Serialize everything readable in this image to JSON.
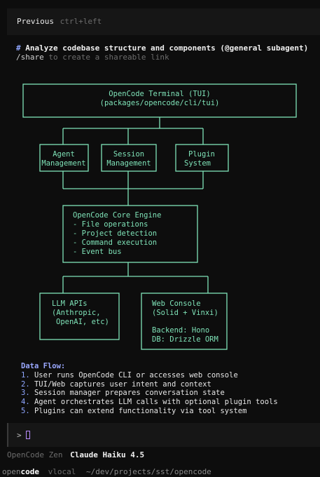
{
  "header": {
    "previous_label": "Previous",
    "previous_hint": "ctrl+left"
  },
  "message": {
    "hash": "#",
    "prompt": "Analyze codebase structure and components (@general subagent)",
    "share_cmd": "/share",
    "share_hint": "to create a shareable link"
  },
  "diagram": {
    "tui": [
      "OpenCode Terminal (TUI)",
      "(packages/opencode/cli/tui)"
    ],
    "agent": [
      "Agent",
      "Management"
    ],
    "session": [
      "Session",
      "Management"
    ],
    "plugin": [
      "Plugin",
      "System"
    ],
    "core": [
      "OpenCode Core Engine",
      "- File operations",
      "- Project detection",
      "- Command execution",
      "- Event bus"
    ],
    "llm": [
      "LLM APIs",
      "(Anthropic,",
      "OpenAI, etc)"
    ],
    "web": [
      "Web Console",
      "(Solid + Vinxi)",
      "",
      "Backend: Hono",
      "DB: Drizzle ORM"
    ],
    "line_color": "#7fe3b8"
  },
  "data_flow": {
    "title": "Data Flow:",
    "items": [
      {
        "num": "1.",
        "text": "User runs OpenCode CLI or accesses web console"
      },
      {
        "num": "2.",
        "text": "TUI/Web captures user intent and context"
      },
      {
        "num": "3.",
        "text": "Session manager prepares conversation state"
      },
      {
        "num": "4.",
        "text": "Agent orchestrates LLM calls with optional plugin tools"
      },
      {
        "num": "5.",
        "text": "Plugins can extend functionality via tool system"
      }
    ]
  },
  "input": {
    "caret": ">"
  },
  "footer": {
    "provider": "OpenCode Zen",
    "model": "Claude Haiku 4.5",
    "brand_open": "open",
    "brand_code": "code",
    "version": "vlocal",
    "path": "~/dev/projects/sst/opencode"
  }
}
